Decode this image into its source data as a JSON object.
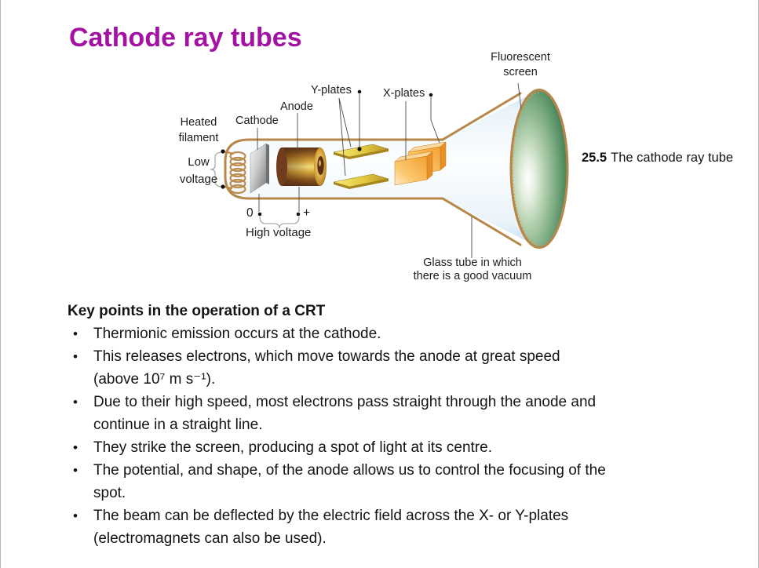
{
  "page": {
    "title": "Cathode ray tubes",
    "title_color": "#a412a4"
  },
  "figure": {
    "caption_number": "25.5",
    "caption_text": "The cathode ray tube",
    "labels": {
      "heated_filament": "Heated\nfilament",
      "cathode": "Cathode",
      "anode": "Anode",
      "y_plates": "Y-plates",
      "x_plates": "X-plates",
      "fluorescent_screen": "Fluorescent\nscreen",
      "low_voltage": "Low\nvoltage",
      "zero_terminal": "0",
      "plus_terminal": "+",
      "high_voltage": "High voltage",
      "glass_tube": "Glass tube in which\nthere is a good vacuum"
    },
    "colors": {
      "tube_outline": "#b7874a",
      "screen_green": "#397a50",
      "tube_interior_blue": "#e9f3fa",
      "y_plate_yellow": "#e2c93e",
      "x_plate_orange": "#f49f31",
      "anode_gold": "#d3a23a",
      "cathode_gray": "#cbcbcb"
    }
  },
  "key_points": {
    "heading": "Key points in the operation of a CRT",
    "marker": "•",
    "bullets": [
      "Thermionic emission occurs at the cathode.",
      "This releases electrons, which move towards the anode at great speed\n(above 10⁷ m s⁻¹).",
      "Due to their high speed, most electrons pass straight through the anode and\ncontinue in a straight line.",
      "They strike the screen, producing a spot of light at its centre.",
      "The potential, and shape, of the anode allows us to control the focusing of the\nspot.",
      "The beam can be deflected by the electric field across the X- or Y-plates\n(electromagnets can also be used)."
    ]
  }
}
